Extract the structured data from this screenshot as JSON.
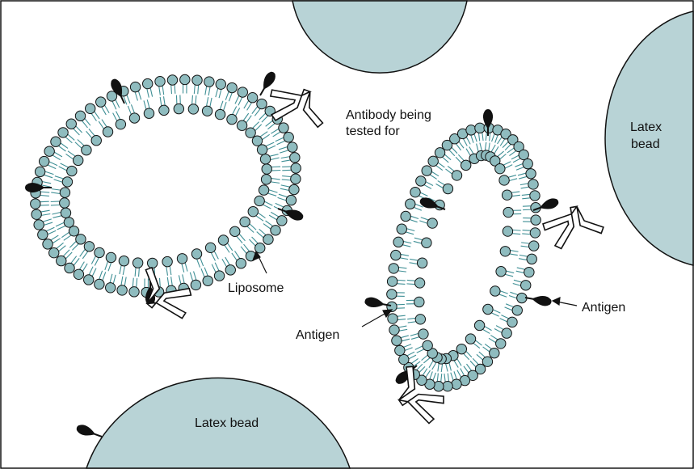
{
  "labels": {
    "antibody": [
      "Antibody being",
      "tested for"
    ],
    "latex_bead_right": [
      "Latex",
      "bead"
    ],
    "latex_bead_bottom": "Latex bead",
    "liposome": "Liposome",
    "antigen_left": "Antigen",
    "antigen_right": "Antigen"
  },
  "colors": {
    "bead_fill": "#b8d3d6",
    "lipid_head": "#8fbcbf",
    "lipid_tail": "#3f8f95",
    "outline": "#111111",
    "antigen": "#111111",
    "antibody_fill": "#ffffff"
  }
}
